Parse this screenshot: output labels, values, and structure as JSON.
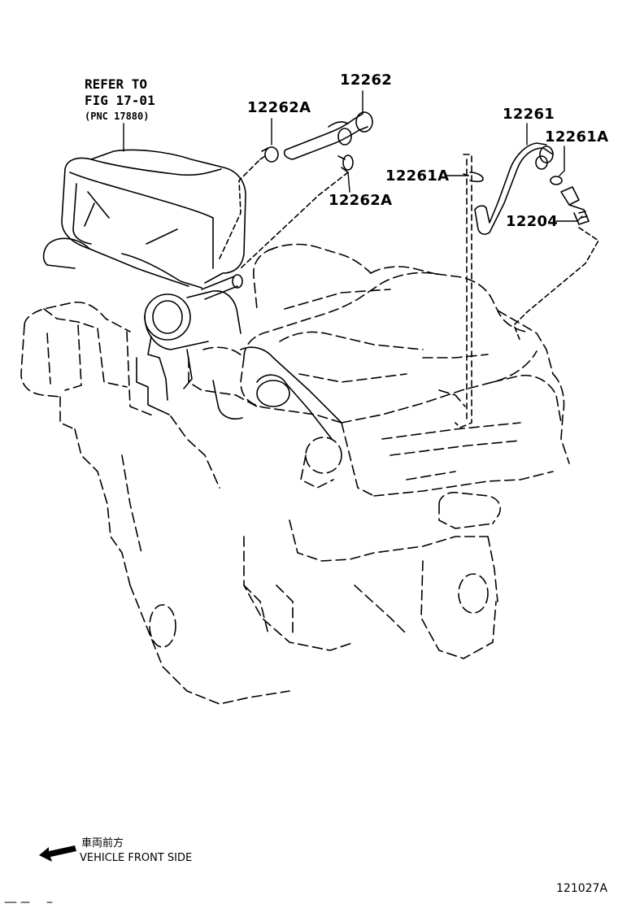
{
  "reference": {
    "line1": "REFER TO",
    "line2": "FIG 17-01",
    "line3": "(PNC 17880)"
  },
  "parts": [
    {
      "id": "part-12262",
      "label": "12262"
    },
    {
      "id": "part-12262A-upper",
      "label": "12262A"
    },
    {
      "id": "part-12262A-lower",
      "label": "12262A"
    },
    {
      "id": "part-12261",
      "label": "12261"
    },
    {
      "id": "part-12261A-right",
      "label": "12261A"
    },
    {
      "id": "part-12261A-left",
      "label": "12261A"
    },
    {
      "id": "part-12204",
      "label": "12204"
    }
  ],
  "direction": {
    "japanese": "車両前方",
    "english": "VEHICLE FRONT SIDE"
  },
  "illustration_code": "121027A"
}
